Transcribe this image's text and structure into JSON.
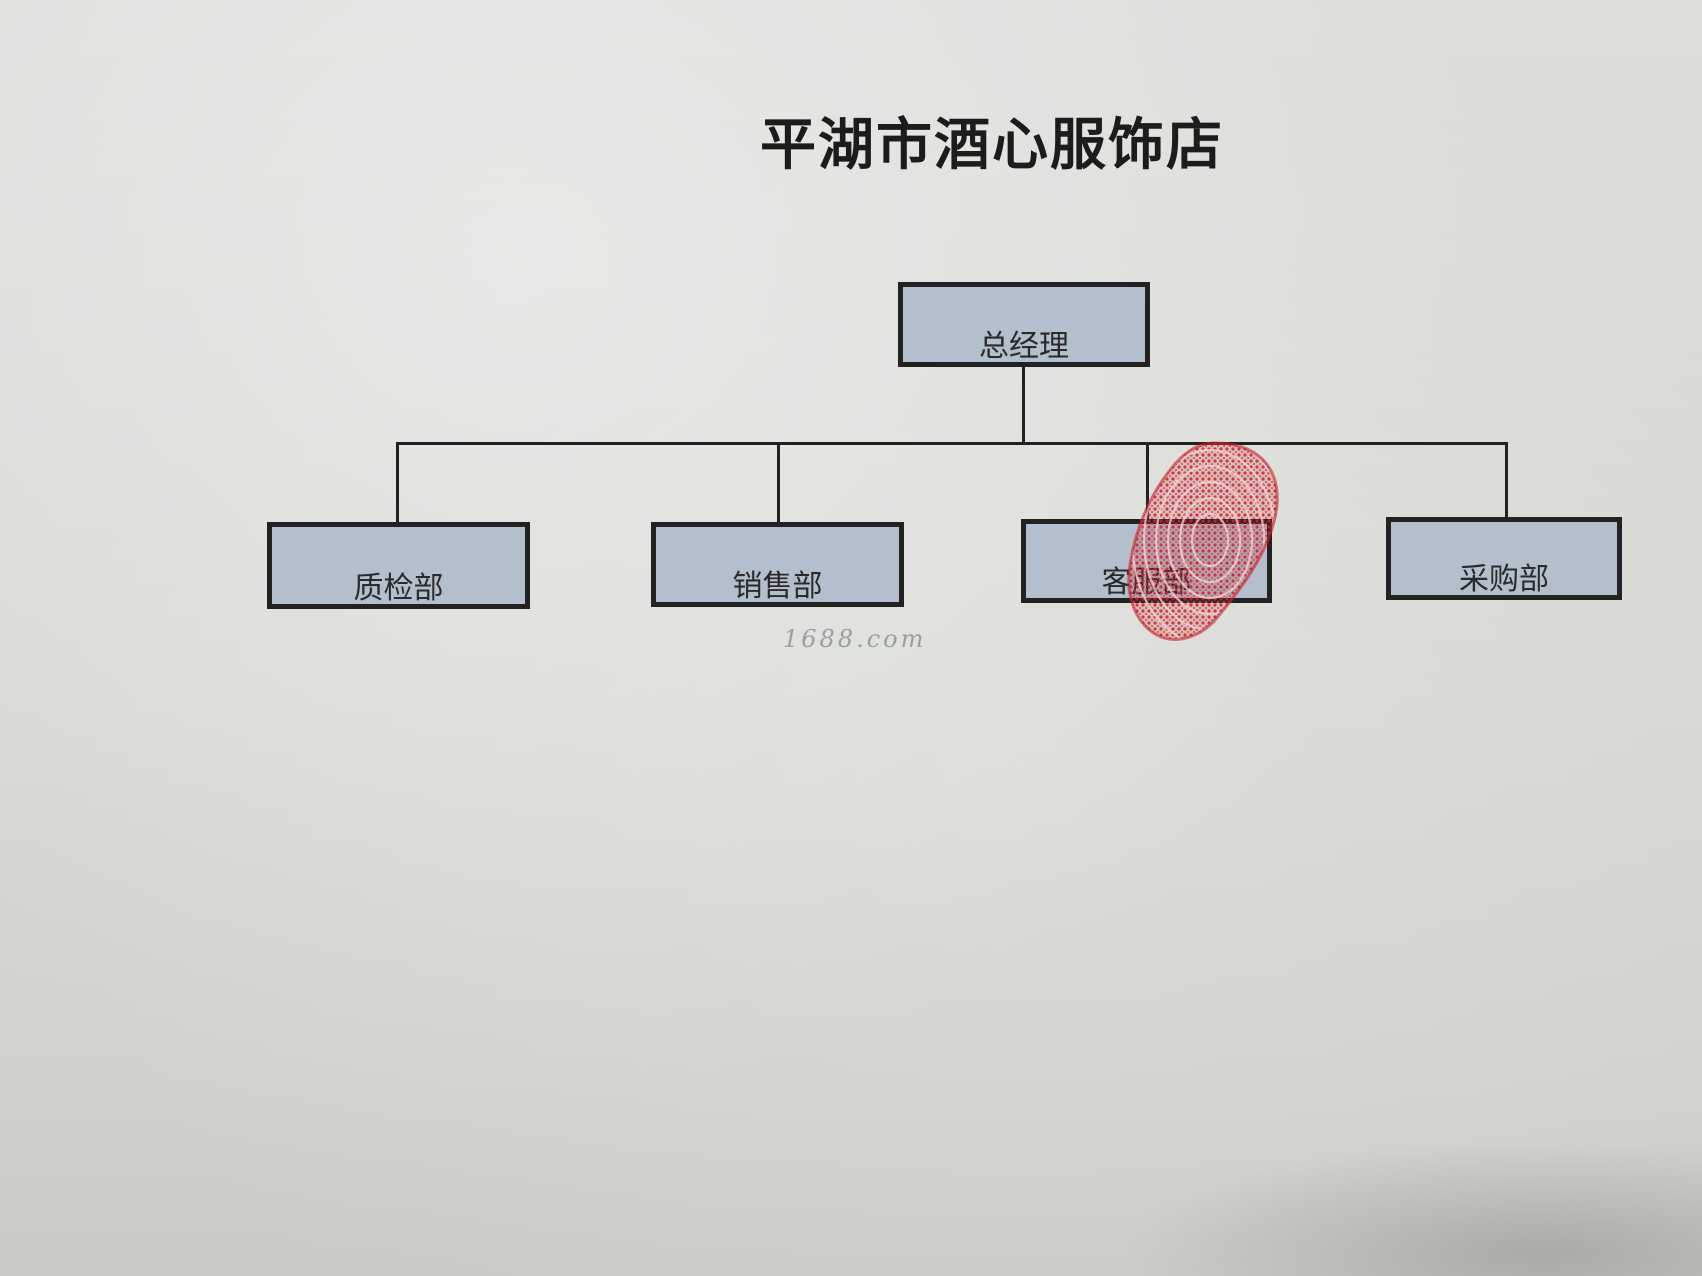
{
  "title": "平湖市酒心服饰店",
  "org_chart": {
    "root": {
      "label": "总经理"
    },
    "departments": [
      {
        "label": "质检部"
      },
      {
        "label": "销售部"
      },
      {
        "label": "客服部"
      },
      {
        "label": "采购部"
      }
    ]
  },
  "watermark": "1688.com",
  "colors": {
    "box_fill": "#b3bfcc",
    "box_border": "#222222",
    "fingerprint": "#c8232c"
  },
  "marks": {
    "fingerprint": "red-fingerprint-icon"
  }
}
